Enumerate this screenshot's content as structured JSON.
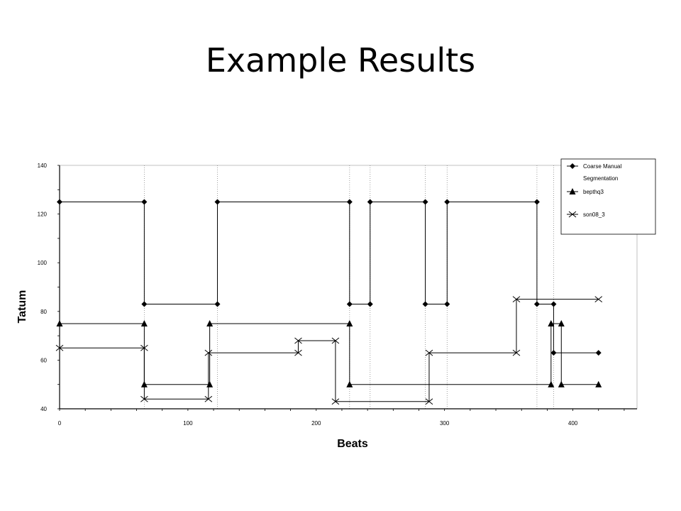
{
  "slide": {
    "title": "Example Results"
  },
  "chart_data": {
    "type": "line",
    "title": "",
    "xlabel": "Beats",
    "ylabel": "Tatum",
    "xlim": [
      0,
      450
    ],
    "ylim": [
      40,
      140
    ],
    "xticks": [
      0,
      100,
      200,
      300,
      400
    ],
    "yticks": [
      40,
      60,
      80,
      100,
      120,
      140
    ],
    "step": true,
    "legend_position": "top-right",
    "vertical_reference_lines_x": [
      66,
      123,
      226,
      242,
      285,
      302,
      372,
      385
    ],
    "series": [
      {
        "name": "Coarse Manual Segmentation",
        "marker": "diamond",
        "color": "#000000",
        "points": [
          [
            0,
            125
          ],
          [
            66,
            125
          ],
          [
            66,
            83
          ],
          [
            123,
            83
          ],
          [
            123,
            125
          ],
          [
            226,
            125
          ],
          [
            226,
            83
          ],
          [
            242,
            83
          ],
          [
            242,
            125
          ],
          [
            285,
            125
          ],
          [
            285,
            83
          ],
          [
            302,
            83
          ],
          [
            302,
            125
          ],
          [
            372,
            125
          ],
          [
            372,
            83
          ],
          [
            385,
            83
          ],
          [
            385,
            63
          ],
          [
            420,
            63
          ]
        ]
      },
      {
        "name": "bepthq3",
        "marker": "triangle",
        "color": "#000000",
        "points": [
          [
            0,
            75
          ],
          [
            66,
            75
          ],
          [
            66,
            50
          ],
          [
            117,
            50
          ],
          [
            117,
            75
          ],
          [
            226,
            75
          ],
          [
            226,
            50
          ],
          [
            383,
            50
          ],
          [
            383,
            75
          ],
          [
            391,
            75
          ],
          [
            391,
            50
          ],
          [
            420,
            50
          ]
        ]
      },
      {
        "name": "son08_3",
        "marker": "x",
        "color": "#000000",
        "points": [
          [
            0,
            65
          ],
          [
            66,
            65
          ],
          [
            66,
            44
          ],
          [
            116,
            44
          ],
          [
            116,
            63
          ],
          [
            186,
            63
          ],
          [
            186,
            68
          ],
          [
            215,
            68
          ],
          [
            215,
            43
          ],
          [
            288,
            43
          ],
          [
            288,
            63
          ],
          [
            356,
            63
          ],
          [
            356,
            85
          ],
          [
            420,
            85
          ]
        ]
      }
    ]
  }
}
